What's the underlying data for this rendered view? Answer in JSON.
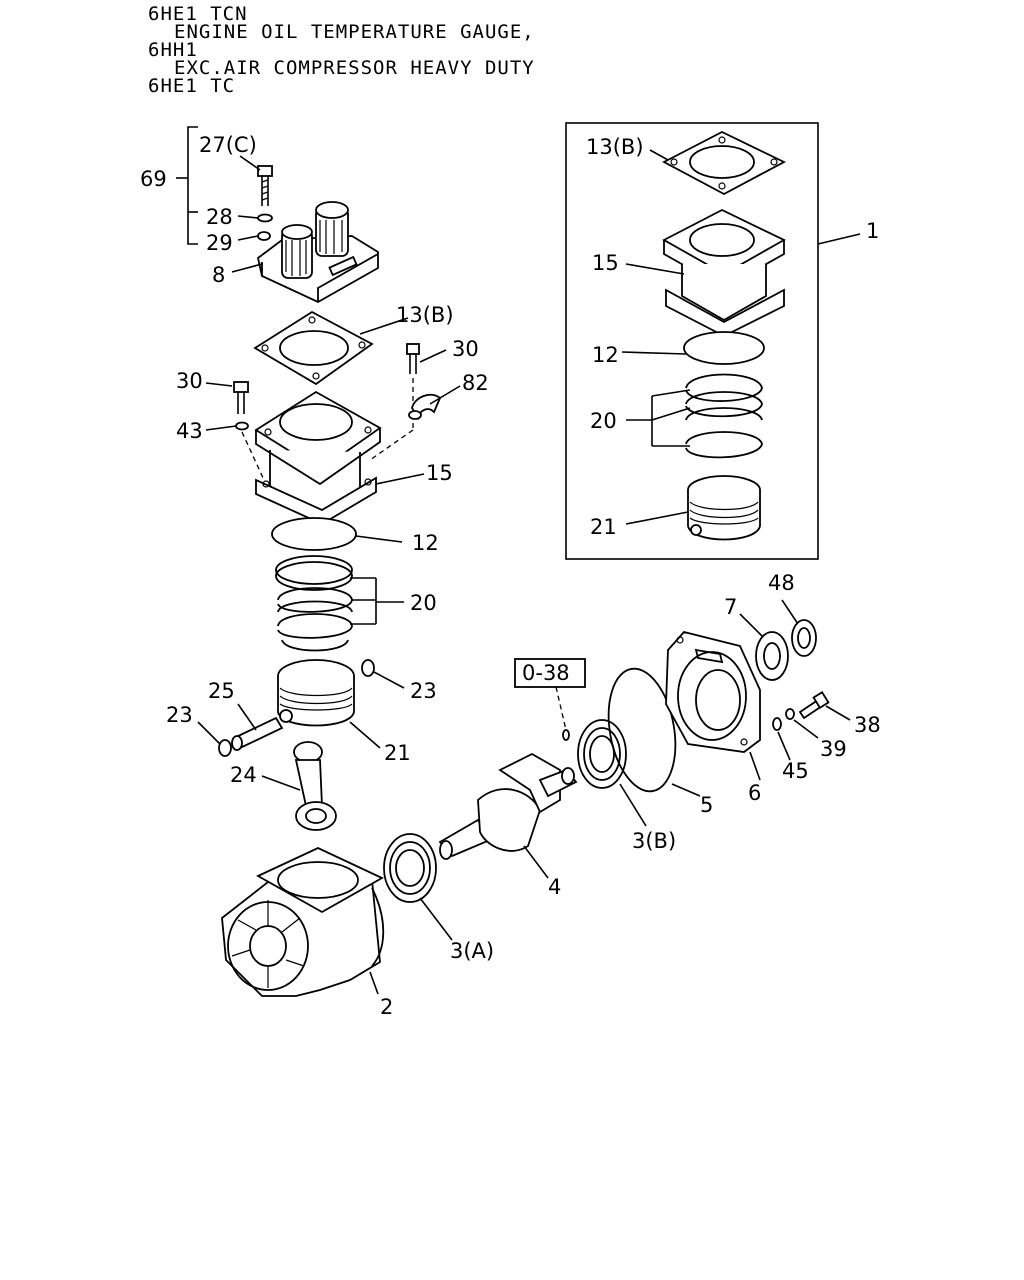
{
  "header": {
    "lines": [
      "6HE1 TCN",
      "ENGINE OIL TEMPERATURE GAUGE,",
      "6HH1",
      "EXC.AIR COMPRESSOR HEAVY DUTY",
      "6HE1 TC"
    ]
  },
  "labels": {
    "p69": "69",
    "p27c": "27(C)",
    "p28": "28",
    "p29": "29",
    "p8": "8",
    "p13b_main": "13(B)",
    "p30_right": "30",
    "p82": "82",
    "p30_left": "30",
    "p43": "43",
    "p15_main": "15",
    "p12_main": "12",
    "p20_main": "20",
    "p23_right": "23",
    "p25": "25",
    "p23_left": "23",
    "p21_main": "21",
    "p24": "24",
    "p2": "2",
    "p3a": "3(A)",
    "p4": "4",
    "p3b": "3(B)",
    "p5": "5",
    "p6": "6",
    "p45": "45",
    "p39": "39",
    "p38": "38",
    "p7": "7",
    "p48": "48",
    "ref_box": "0-38",
    "p1": "1",
    "inset_13b": "13(B)",
    "inset_15": "15",
    "inset_12": "12",
    "inset_20": "20",
    "inset_21": "21"
  }
}
